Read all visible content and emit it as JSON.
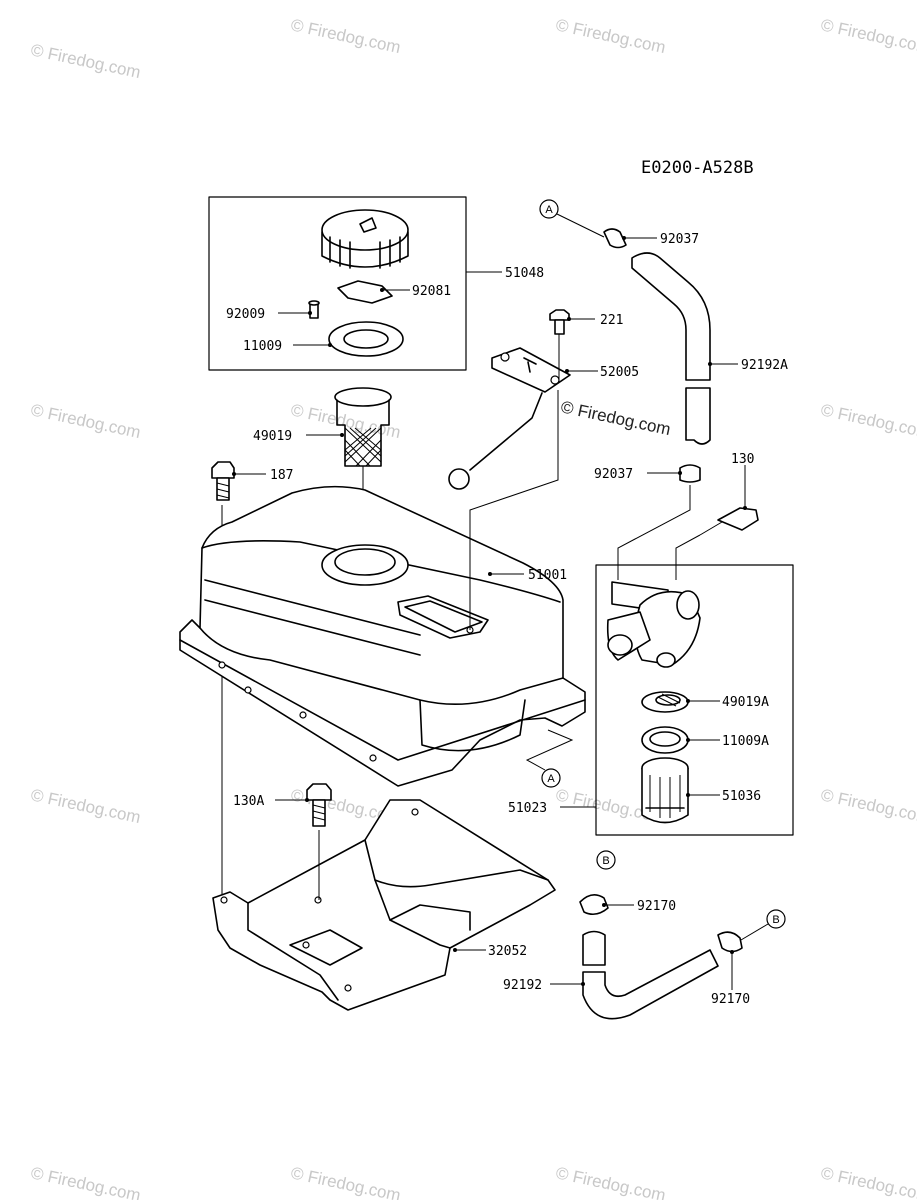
{
  "diagram_code": "E0200-A528B",
  "watermark": {
    "text": "© Firedog.com",
    "center_text": "© Firedog.com"
  },
  "labels": {
    "p92037_top": "92037",
    "p51048": "51048",
    "p92081": "92081",
    "p92009": "92009",
    "p221": "221",
    "p11009": "11009",
    "p92192A": "92192A",
    "p52005": "52005",
    "p49019": "49019",
    "p187": "187",
    "p92037_mid": "92037",
    "p130": "130",
    "p51001": "51001",
    "p49019A": "49019A",
    "p11009A": "11009A",
    "p130A": "130A",
    "p51036": "51036",
    "p51023": "51023",
    "p92170_mid": "92170",
    "p32052": "32052",
    "p92192": "92192",
    "p92170_bottom": "92170"
  },
  "callouts": {
    "a_top": "A",
    "a_mid": "A",
    "b_mid": "B",
    "b_right": "B"
  }
}
